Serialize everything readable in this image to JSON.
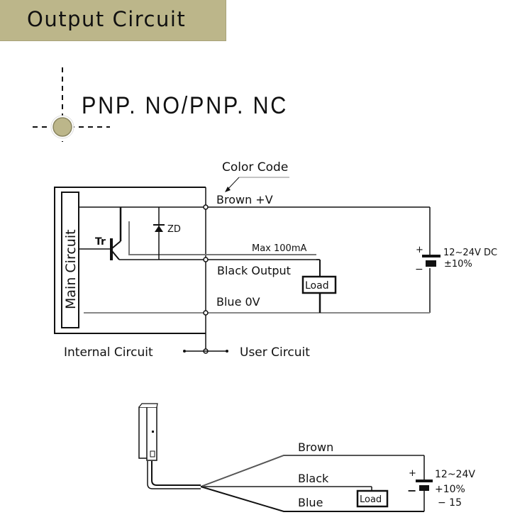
{
  "header": {
    "title": "Output Circuit",
    "subtitle": "PNP. NO/PNP. NC"
  },
  "colors": {
    "banner": "#bcb68a",
    "marker": "#bcb68a",
    "line": "#111111",
    "grey_line": "#888888"
  },
  "circuit": {
    "color_code_label": "Color Code",
    "main_circuit_label": "Main Circuit",
    "transistor_label": "Tr",
    "zener_label": "ZD",
    "wires": {
      "brown": "Brown +V",
      "black": "Black Output",
      "blue": "Blue 0V"
    },
    "max_current": "Max 100mA",
    "load_label": "Load",
    "supply": {
      "voltage": "12~24V DC",
      "tolerance": "±10%",
      "plus": "+",
      "minus": "−"
    },
    "internal_label": "Internal Circuit",
    "user_label": "User Circuit"
  },
  "wiring": {
    "wires": [
      "Brown",
      "Black",
      "Blue"
    ],
    "load_label": "Load",
    "supply": {
      "voltage": "12~24V",
      "tolerance_upper": "+10%",
      "tolerance_lower": "− 15",
      "plus": "+",
      "minus": "−"
    }
  }
}
